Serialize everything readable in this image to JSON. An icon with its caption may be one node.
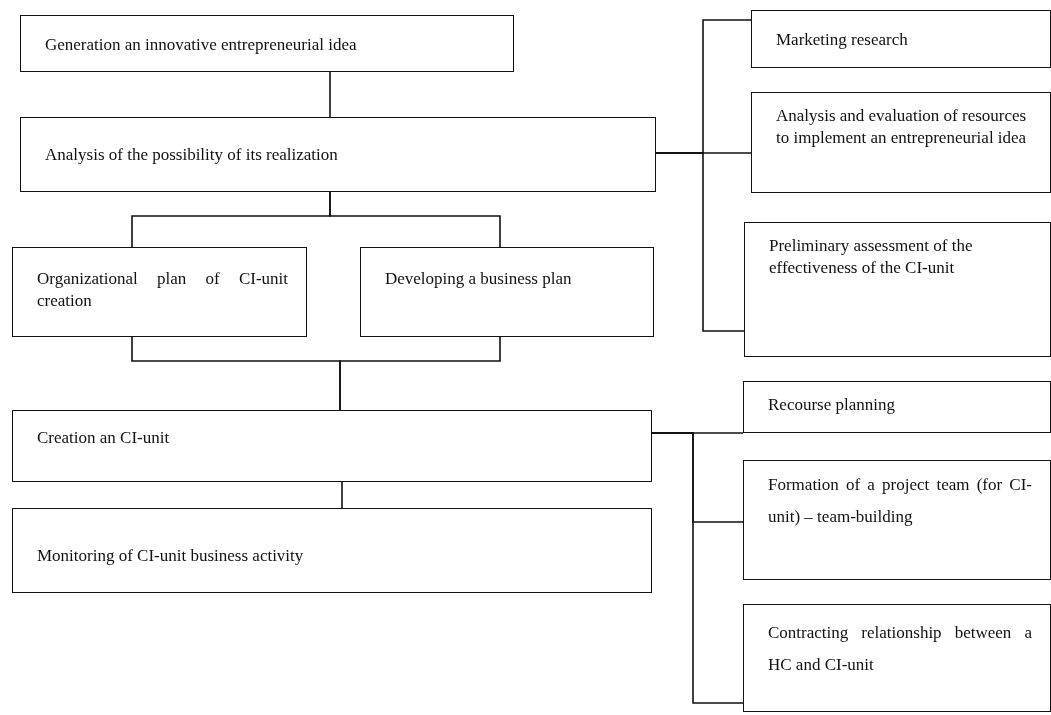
{
  "diagram": {
    "nodes": [
      {
        "text": [
          "Generation an innovative entrepreneurial idea"
        ]
      },
      {
        "text": [
          "Analysis of the possibility of its realization"
        ]
      },
      {
        "text": [
          "Organizational plan of CI-unit creation"
        ]
      },
      {
        "text": [
          "Developing a business plan"
        ]
      },
      {
        "text": [
          "Creation an CI-unit"
        ]
      },
      {
        "text": [
          "Monitoring of CI-unit business activity"
        ]
      },
      {
        "text": [
          "Marketing research"
        ]
      },
      {
        "text": [
          "Analysis and evaluation of resources to implement an entrepreneurial idea"
        ]
      },
      {
        "text": [
          "Preliminary assessment of the effectiveness of the CI-unit"
        ]
      },
      {
        "text": [
          "Recourse planning"
        ]
      },
      {
        "text": [
          "Formation of a project team (for CI-unit) – team-building"
        ]
      },
      {
        "text": [
          "Contracting relationship between a HC and CI-unit"
        ]
      }
    ],
    "edges": [
      {
        "from": 0,
        "to": 1,
        "arrow": "none"
      },
      {
        "from": 1,
        "to": 2,
        "arrow": "none"
      },
      {
        "from": 1,
        "to": 3,
        "arrow": "none"
      },
      {
        "from": 2,
        "to": 4,
        "arrow": "none"
      },
      {
        "from": 3,
        "to": 4,
        "arrow": "none"
      },
      {
        "from": 4,
        "to": 5,
        "arrow": "none"
      },
      {
        "from": 1,
        "to": 6,
        "arrow": "none"
      },
      {
        "from": 1,
        "to": 7,
        "arrow": "none"
      },
      {
        "from": 1,
        "to": 8,
        "arrow": "none"
      },
      {
        "from": 4,
        "to": 9,
        "arrow": "none"
      },
      {
        "from": 4,
        "to": 10,
        "arrow": "none"
      },
      {
        "from": 4,
        "to": 11,
        "arrow": "none"
      }
    ]
  }
}
